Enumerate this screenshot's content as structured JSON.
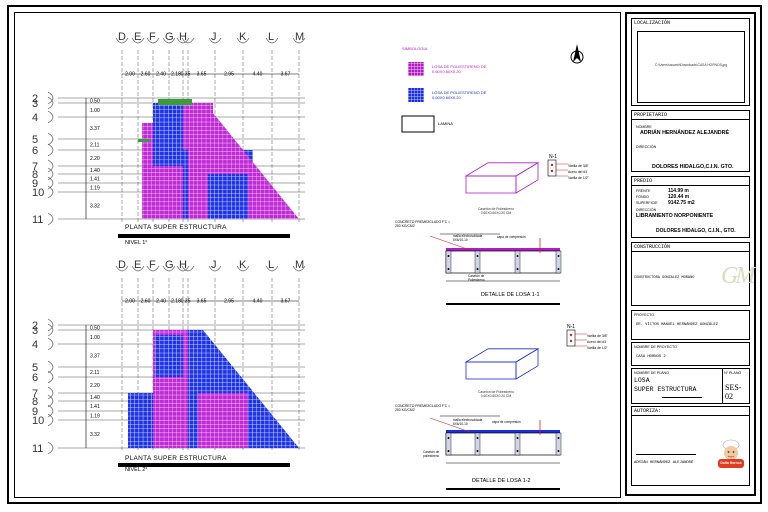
{
  "plans": [
    {
      "columns": [
        "D",
        "E",
        "F",
        "G",
        "H",
        "I",
        "J",
        "K",
        "L",
        "M"
      ],
      "spans": [
        "2.00",
        "2.60",
        "2.40",
        "2.18",
        "0.35",
        "3.65",
        "2.95",
        "4.40",
        "3.67"
      ],
      "rows": [
        "2",
        "3",
        "4",
        "5",
        "6",
        "7",
        "8",
        "9",
        "10",
        "11"
      ],
      "row_dims": [
        "0.50",
        "1.00",
        "3.37",
        "2.11",
        "2.20",
        "1.40",
        "1.41",
        "1.19",
        "3.32"
      ],
      "title": "PLANTA  SUPER ESTRUCTURA",
      "subtitle": "NIVEL 1°"
    },
    {
      "columns": [
        "D",
        "E",
        "F",
        "G",
        "H",
        "I",
        "J",
        "K",
        "L",
        "M"
      ],
      "spans": [
        "2.00",
        "2.60",
        "2.40",
        "2.18",
        "0.35",
        "3.65",
        "2.95",
        "4.40",
        "3.67"
      ],
      "rows": [
        "2",
        "3",
        "4",
        "5",
        "6",
        "7",
        "8",
        "9",
        "10",
        "11"
      ],
      "row_dims": [
        "0.50",
        "1.00",
        "3.37",
        "2.11",
        "2.20",
        "1.40",
        "1.41",
        "1.19",
        "3.32"
      ],
      "title": "PLANTA  SUPER ESTRUCTURA",
      "subtitle": "NIVEL 2°"
    }
  ],
  "legend": {
    "title": "SIMBOLOGIA",
    "items": [
      {
        "label": "LOSA DE POLIESTIRENO DE 0.60X0.60X0.20",
        "color": "#b01cc8"
      },
      {
        "label": "LOSA DE POLIESTIRENO DE 0.60X0.60X0.20",
        "color": "#1a2ee0"
      },
      {
        "label": "LAMINA",
        "color": "#000000"
      }
    ]
  },
  "details": [
    {
      "block_caption": "Casetón de Poliestireno 0.60X0.60X0.20 CM",
      "n_label": "N-1",
      "rebar_notes": [
        "Varilla de 3/8\"",
        "Acero del #3",
        "Varilla de 1/2\""
      ],
      "concrete_note": "CONCRETO PREMEZCLADO F'C = 250 KG/CM2",
      "mesh_note": "malla electrosoldada 6X6/10-10",
      "topping_note": "capa de compresión",
      "caseton_note": "Casetón de Poliestireno",
      "title": "DETALLE DE LOSA 1-1"
    },
    {
      "block_caption": "Casetón de Poliestireno 0.60X0.60X0.20 CM",
      "n_label": "N-1",
      "rebar_notes": [
        "Varilla de 3/8\"",
        "Acero del #3",
        "Varilla de 1/2\""
      ],
      "concrete_note": "CONCRETO PREMEZCLADO F'C = 250 KG/CM2",
      "mesh_note": "malla electrosoldada 6X6/10-10",
      "topping_note": "capa de compresión",
      "caseton_note": "Casetón de poliestireno",
      "title": "DETALLE DE LOSA 1-2"
    }
  ],
  "title_block": {
    "location_header": "LOCALIZACIÓN",
    "location_path": "C:\\Users\\usuario\\Downloads\\CASA HORNOS.jpg",
    "owner_header": "PROPIETARIO",
    "owner_label": "NOMBRE",
    "owner_name": "ADRIÁN HERNÁNDEZ ALEJANDRÉ",
    "owner_addr_label": "DIRECCIÓN",
    "owner_addr": "DOLORES HIDALGO,C.I.N. GTO.",
    "property_header": "PREDIO",
    "frente_label": "FRENTE",
    "frente_value": "114.99 m",
    "fondo_label": "FONDO",
    "fondo_value": "120.44 m",
    "superficie_label": "SUPERFICIE",
    "superficie_value": "9142.75 m2",
    "property_addr_label": "DIRECCIÓN",
    "property_addr": "LIBRAMIENTO NORPONIENTE",
    "property_city": "DOLORES HIDALGO, C.I.N., GTO.",
    "construction_header": "CONSTRUCCIÓN",
    "construction_company": "CONSTRUCTORA GONZALEZ MORANO",
    "logo_text": "GM",
    "project_label": "PROYECTO",
    "project_value": "DR. VÍCTOR MANUEL HERNÁNDEZ GONZÁLEZ",
    "project_name_label": "NOMBRE DE PROYECTO",
    "project_name_value": "CASA HORNOS 2",
    "plan_name_label": "NOMBRE DE PLANO",
    "plan_name_line1": "LOSA",
    "plan_name_line2": "SUPER ESTRUCTURA",
    "plan_no_label": "N° PLANO",
    "plan_no": "SES-02",
    "authors_header": "AUTORIZA:",
    "author_name": "ADRIÁN HERNÁNDEZ ALEJANDRÉ",
    "badge_text": "Doña Hornos"
  }
}
